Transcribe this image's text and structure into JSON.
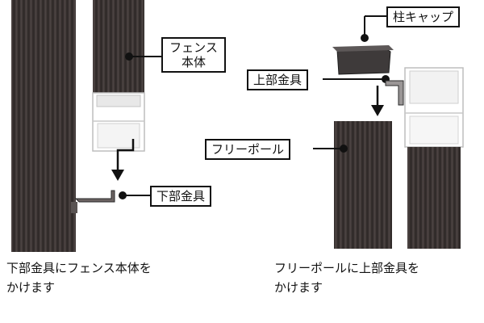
{
  "left": {
    "fence_label": "フェンス\n本体",
    "lower_bracket_label": "下部金具",
    "caption_line1": "下部金具にフェンス本体を",
    "caption_line2": "かけます"
  },
  "right": {
    "cap_label": "柱キャップ",
    "upper_bracket_label": "上部金具",
    "free_pole_label": "フリーポール",
    "caption_line1": "フリーポールに上部金具を",
    "caption_line2": "かけます"
  },
  "colors": {
    "wood_dark": "#3b3433",
    "wood_mid": "#4a4241",
    "metal_frame": "#dcdcdc",
    "line": "#111111"
  }
}
